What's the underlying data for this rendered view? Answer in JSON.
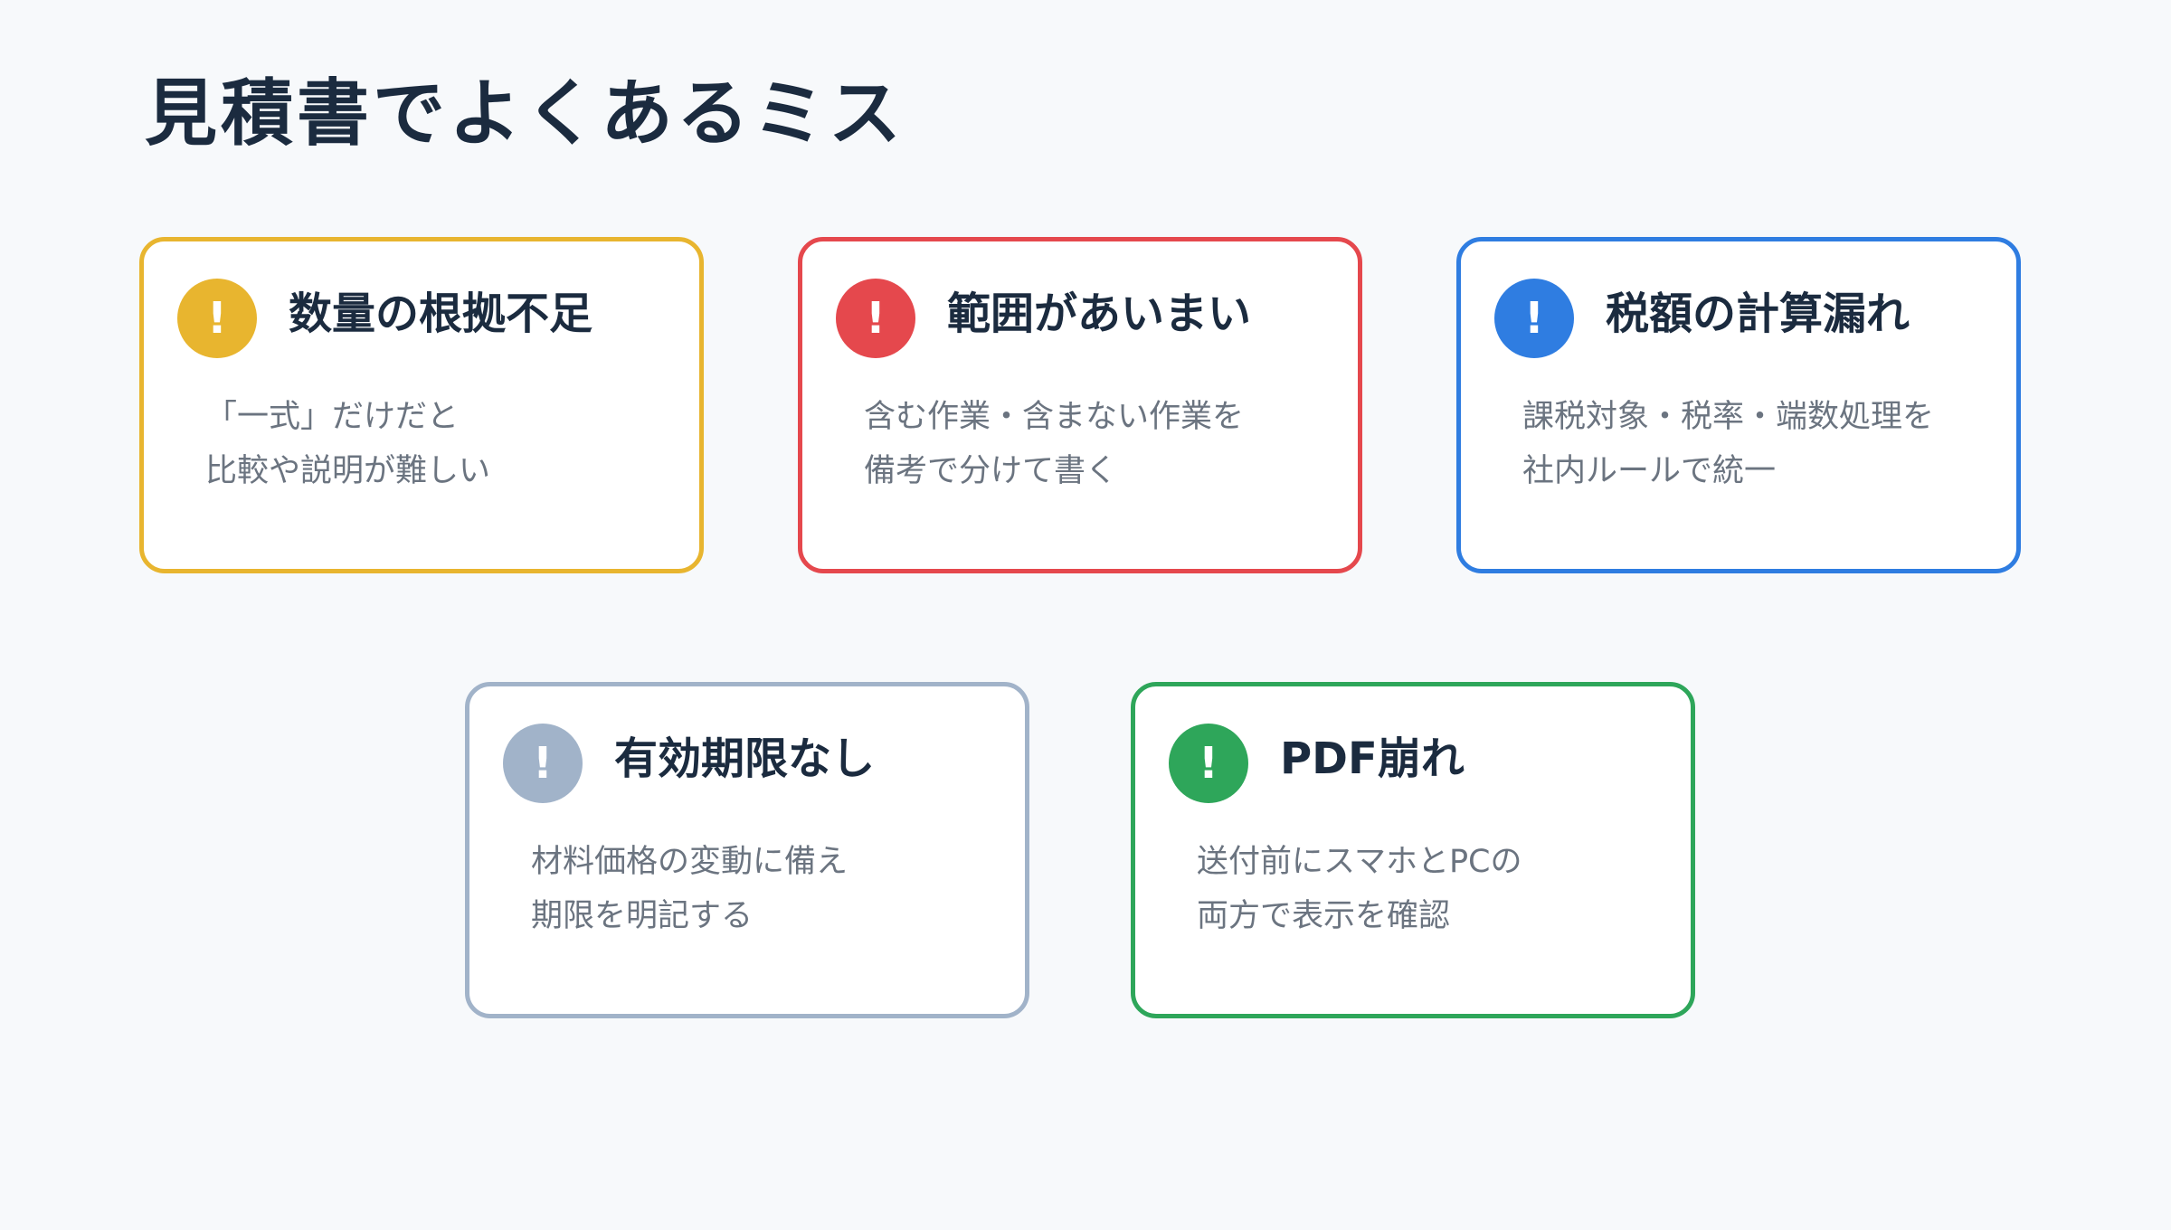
{
  "title": "見積書でよくあるミス",
  "cards": [
    {
      "icon": "!",
      "icon_name": "exclamation-icon",
      "color": "#e8b52f",
      "title": "数量の根拠不足",
      "lines": [
        "「一式」だけだと",
        "比較や説明が難しい"
      ]
    },
    {
      "icon": "!",
      "icon_name": "exclamation-icon",
      "color": "#e5484d",
      "title": "範囲があいまい",
      "lines": [
        "含む作業・含まない作業を",
        "備考で分けて書く"
      ]
    },
    {
      "icon": "!",
      "icon_name": "exclamation-icon",
      "color": "#2f7de1",
      "title": "税額の計算漏れ",
      "lines": [
        "課税対象・税率・端数処理を",
        "社内ルールで統一"
      ]
    },
    {
      "icon": "!",
      "icon_name": "exclamation-icon",
      "color": "#a1b3c9",
      "title": "有効期限なし",
      "lines": [
        "材料価格の変動に備え",
        "期限を明記する"
      ]
    },
    {
      "icon": "!",
      "icon_name": "exclamation-icon",
      "color": "#2ea65a",
      "title": "PDF崩れ",
      "lines": [
        "送付前にスマホとPCの",
        "両方で表示を確認"
      ]
    }
  ]
}
